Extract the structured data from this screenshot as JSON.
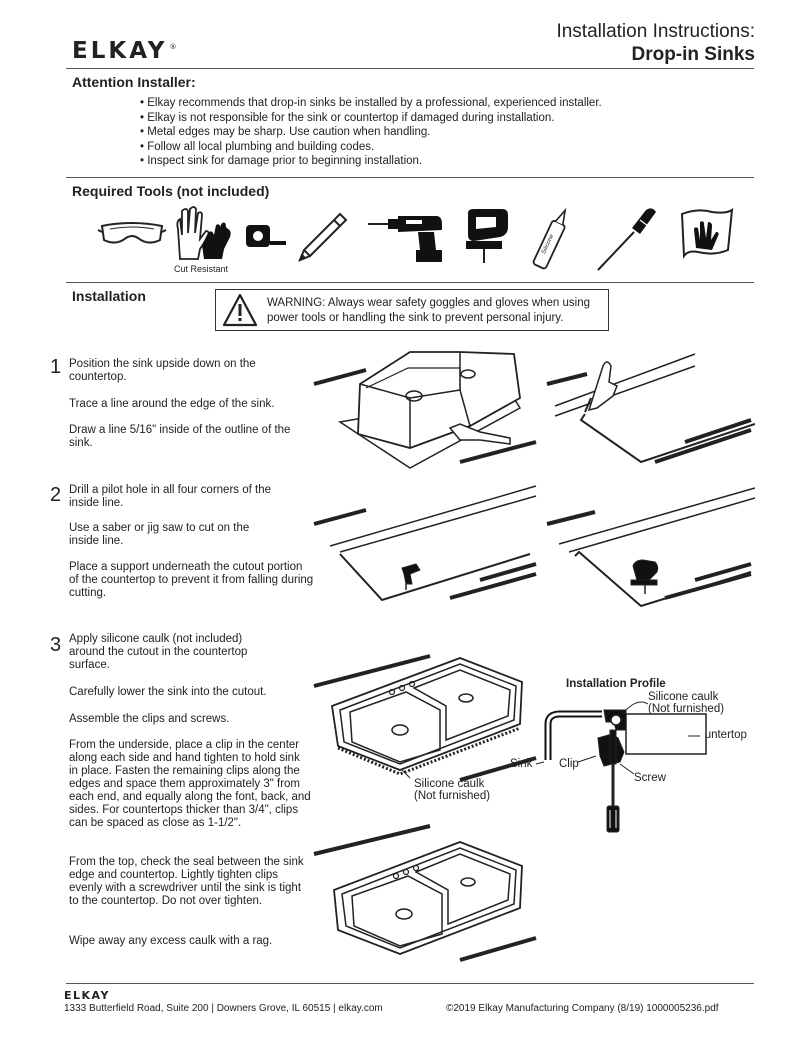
{
  "brand": {
    "name": "ELKAY",
    "registered": "®"
  },
  "header": {
    "title": "Installation Instructions:",
    "subtitle": "Drop-in Sinks"
  },
  "attention": {
    "heading": "Attention Installer:",
    "items": [
      "Elkay recommends that drop-in sinks be installed by a professional, experienced installer.",
      "Elkay is not responsible for the sink or countertop if damaged during installation.",
      "Metal edges may be sharp. Use caution when handling.",
      "Follow all local plumbing and building codes.",
      "Inspect sink for damage prior to beginning installation."
    ]
  },
  "tools": {
    "heading": "Required Tools (not included)",
    "items": [
      "safety-goggles-icon",
      "gloves-icon",
      "tape-measure-icon",
      "pencil-icon",
      "drill-icon",
      "jigsaw-icon",
      "caulk-tube-icon",
      "screwdriver-icon",
      "rag-icon"
    ],
    "caption": "Cut Resistant",
    "caulk_tube_text": "Silicone"
  },
  "installation": {
    "heading": "Installation",
    "warning": "WARNING: Always wear safety goggles and gloves when using power tools or handling the sink to prevent personal injury."
  },
  "steps": [
    {
      "number": "1",
      "paragraphs": [
        "Position the sink upside down on the countertop.",
        "Trace a line around the edge of the sink.",
        "Draw a line 5/16\" inside of the outline of the sink."
      ]
    },
    {
      "number": "2",
      "paragraphs": [
        "Drill a pilot hole in all four corners of the inside line.",
        "Use a saber or jig saw to cut on the inside line.",
        "Place a support underneath the cutout portion of the countertop to prevent it from falling during cutting."
      ]
    },
    {
      "number": "3",
      "paragraphs": [
        "Apply silicone caulk (not included) around the cutout in the countertop surface.",
        "Carefully lower the sink into the cutout.",
        "Assemble the clips and screws.",
        "From the underside, place a clip in the center along each side and hand tighten to hold sink in place.  Fasten the remaining clips along the edges and space them approximately 3\" from each end, and equally along the font, back, and sides. For countertops thicker than 3/4\", clips can be spaced as close as 1-1/2\".",
        "From the top, check the seal between the sink edge and countertop. Lightly tighten clips evenly with a screwdriver until the sink is tight to the countertop. Do not over tighten.",
        "Wipe away any excess caulk with a rag."
      ]
    }
  ],
  "diagram_labels": {
    "step3_caulk_line1": "Silicone caulk",
    "step3_caulk_line2": "(Not furnished)",
    "profile_title": "Installation Profile",
    "profile_caulk_line1": "Silicone caulk",
    "profile_caulk_line2": "(Not furnished)",
    "countertop": "Countertop",
    "sink": "Sink",
    "clip": "Clip",
    "screw": "Screw"
  },
  "footer": {
    "address": "1333 Butterfield Road, Suite 200 | Downers Grove, IL 60515 | elkay.com",
    "copyright": "©2019 Elkay Manufacturing Company  (8/19) 1000005236.pdf"
  }
}
